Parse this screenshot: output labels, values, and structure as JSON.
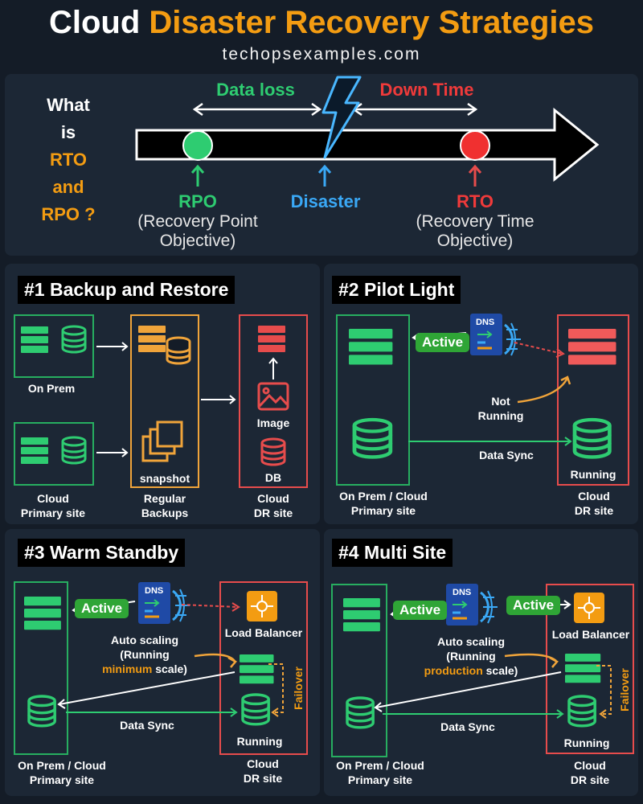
{
  "header": {
    "title_white": "Cloud ",
    "title_orange": "Disaster Recovery Strategies",
    "subtitle": "techopsexamples.com"
  },
  "rto_rpo": {
    "question": [
      "What",
      "is",
      "RTO",
      "and",
      "RPO ?"
    ],
    "data_loss": "Data loss",
    "down_time": "Down Time",
    "rpo": "RPO",
    "rpo_desc": [
      "(Recovery Point",
      "Objective)"
    ],
    "disaster": "Disaster",
    "rto": "RTO",
    "rto_desc": [
      "(Recovery Time",
      "Objective)"
    ]
  },
  "s1": {
    "title": "#1 Backup and Restore",
    "on_prem": "On Prem",
    "cloud_primary": [
      "Cloud",
      "Primary site"
    ],
    "snapshot": "snapshot",
    "regular_backups": [
      "Regular",
      "Backups"
    ],
    "image": "Image",
    "db": "DB",
    "cloud_dr": [
      "Cloud",
      "DR site"
    ]
  },
  "s2": {
    "title": "#2 Pilot Light",
    "active": "Active",
    "dns": "DNS",
    "not_running": [
      "Not",
      "Running"
    ],
    "data_sync": "Data Sync",
    "running": "Running",
    "primary": [
      "On Prem / Cloud",
      "Primary site"
    ],
    "cloud_dr": [
      "Cloud",
      "DR site"
    ]
  },
  "s3": {
    "title": "#3 Warm Standby",
    "active": "Active",
    "dns": "DNS",
    "load_balancer": "Load Balancer",
    "auto_scaling": [
      "Auto scaling",
      "(Running"
    ],
    "scale_hl": "minimum",
    "scale_end": " scale)",
    "failover": "Failover",
    "data_sync": "Data Sync",
    "running": "Running",
    "primary": [
      "On Prem / Cloud",
      "Primary site"
    ],
    "cloud_dr": [
      "Cloud",
      "DR site"
    ]
  },
  "s4": {
    "title": "#4 Multi Site",
    "active_left": "Active",
    "active_right": "Active",
    "dns": "DNS",
    "load_balancer": "Load Balancer",
    "auto_scaling": [
      "Auto scaling",
      "(Running"
    ],
    "scale_hl": "production",
    "scale_end": " scale)",
    "failover": "Failover",
    "data_sync": "Data Sync",
    "running": "Running",
    "primary": [
      "On Prem / Cloud",
      "Primary site"
    ],
    "cloud_dr": [
      "Cloud",
      "DR site"
    ]
  },
  "colors": {
    "green": "#2ecc71",
    "red": "#e74c4c",
    "orange": "#f39c12",
    "blue": "#3aa8f5",
    "panel": "#1c2735"
  }
}
